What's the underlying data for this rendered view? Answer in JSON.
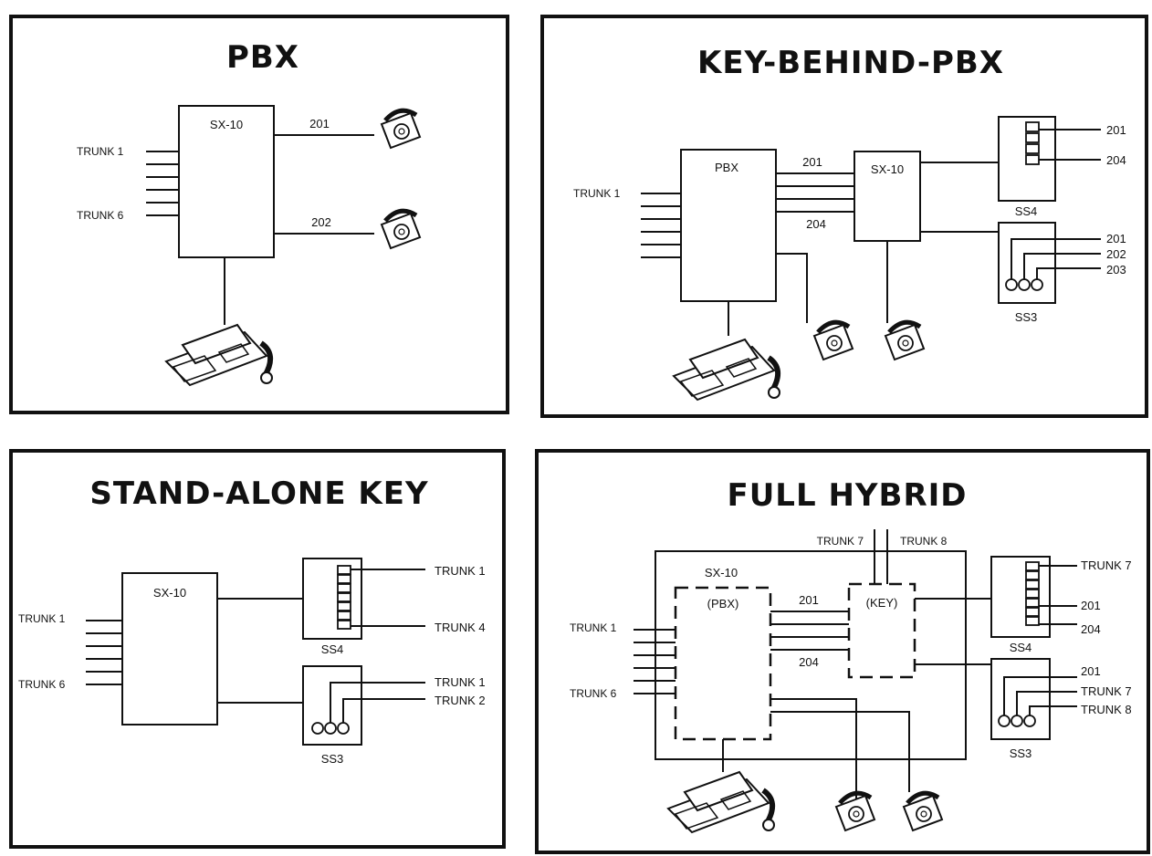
{
  "panels": {
    "pbx": {
      "title": "PBX",
      "sx10": "SX-10",
      "trunk1": "TRUNK 1",
      "trunk6": "TRUNK 6",
      "ext201": "201",
      "ext202": "202"
    },
    "key_behind": {
      "title": "KEY-BEHIND-PBX",
      "pbx": "PBX",
      "sx10": "SX-10",
      "trunk1": "TRUNK 1",
      "ext201_top": "201",
      "ext204_bottom": "204",
      "ss4": "SS4",
      "ss3": "SS3",
      "ss4_201": "201",
      "ss4_204": "204",
      "ss3_201": "201",
      "ss3_202": "202",
      "ss3_203": "203"
    },
    "stand_alone": {
      "title": "STAND-ALONE KEY",
      "sx10": "SX-10",
      "trunk1": "TRUNK 1",
      "trunk6": "TRUNK 6",
      "ss4": "SS4",
      "ss3": "SS3",
      "ss4_trunk1": "TRUNK 1",
      "ss4_trunk4": "TRUNK 4",
      "ss3_trunk1": "TRUNK 1",
      "ss3_trunk2": "TRUNK 2"
    },
    "full_hybrid": {
      "title": "FULL HYBRID",
      "sx10": "SX-10",
      "pbx": "(PBX)",
      "key": "(KEY)",
      "trunk7_top": "TRUNK 7",
      "trunk8_top": "TRUNK 8",
      "trunk1": "TRUNK 1",
      "trunk6": "TRUNK 6",
      "ext201": "201",
      "ext204": "204",
      "ss4": "SS4",
      "ss3": "SS3",
      "ss4_trunk7": "TRUNK 7",
      "ss4_201": "201",
      "ss4_204": "204",
      "ss3_201": "201",
      "ss3_trunk7": "TRUNK 7",
      "ss3_trunk8": "TRUNK 8"
    }
  }
}
